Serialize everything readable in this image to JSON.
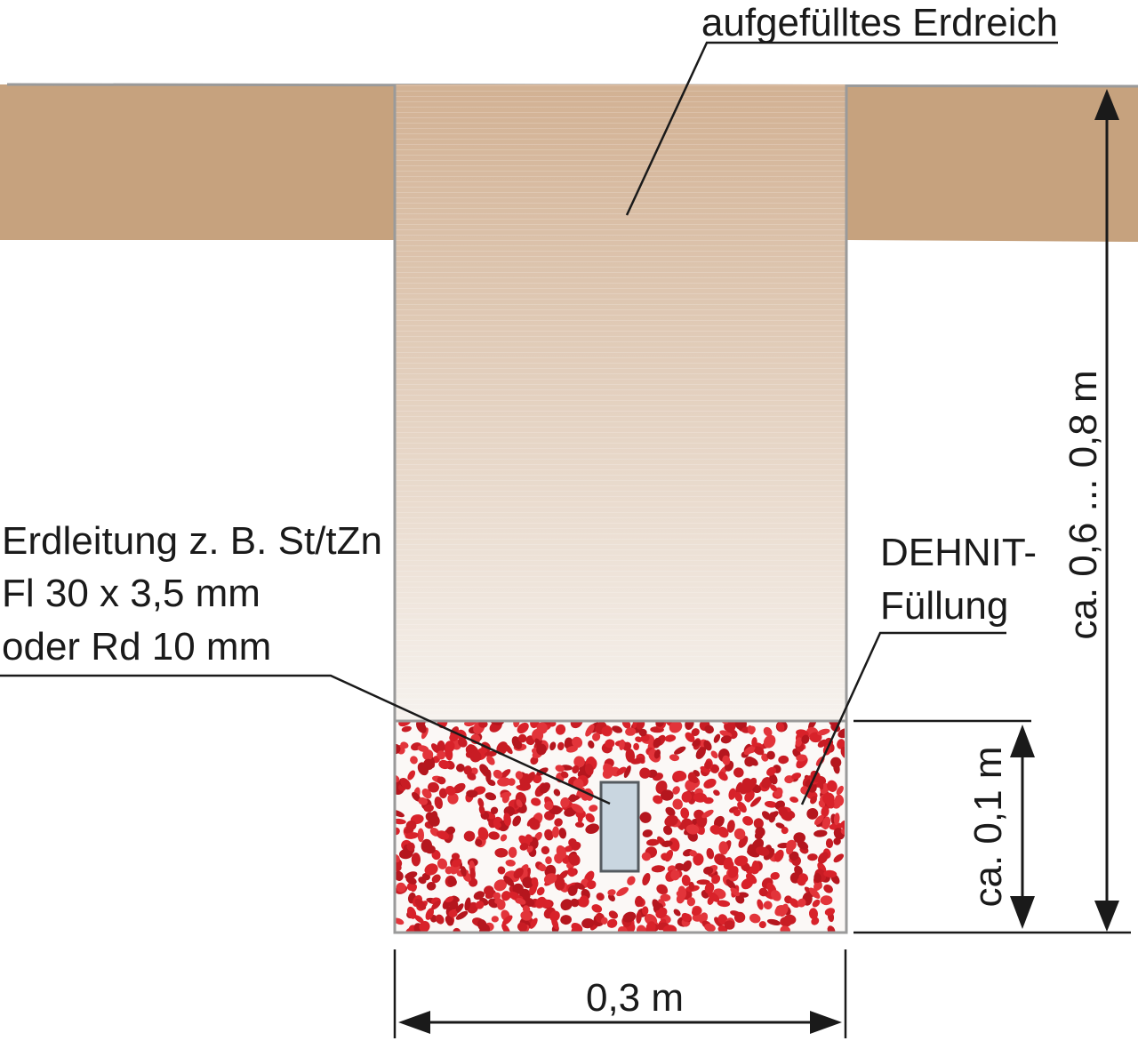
{
  "labels": {
    "fill_soil": "aufgefülltes Erdreich",
    "conductor_line1": "Erdleitung z. B. St/tZn",
    "conductor_line2": "Fl 30 x 3,5 mm",
    "conductor_line3": "oder Rd 10 mm",
    "dehnit_line1": "DEHNIT-",
    "dehnit_line2": "Füllung",
    "depth_total": "ca. 0,6 ... 0,8 m",
    "depth_fill": "ca. 0,1 m",
    "trench_width": "0,3 m"
  },
  "colors": {
    "soil": "#c6a27e",
    "trench_top": "#d2b193",
    "trench_bottom": "#f6f2ee",
    "granule": "#d8222a",
    "conductor": "#c9d6e0",
    "outline": "#9a9a9a",
    "line": "#1a1a1a"
  }
}
